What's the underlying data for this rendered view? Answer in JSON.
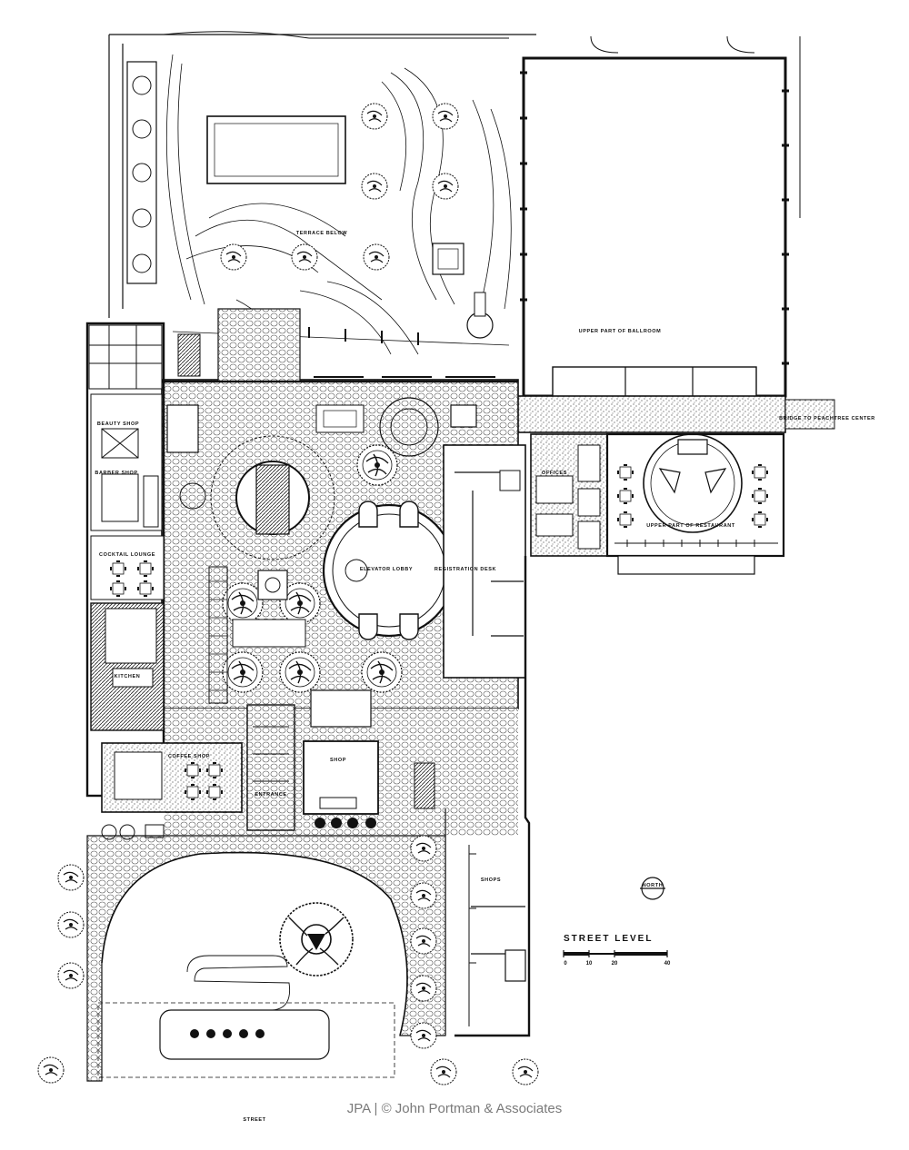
{
  "labels": {
    "terrace_below": "TERRACE BELOW",
    "upper_ballroom": "UPPER PART OF BALLROOM",
    "bridge": "BRIDGE TO PEACHTREE CENTER",
    "beauty_shop": "BEAUTY SHOP",
    "barber_shop": "BARBER SHOP",
    "cocktail_lounge": "COCKTAIL LOUNGE",
    "kitchen": "KITCHEN",
    "coffee_shop": "COFFEE SHOP",
    "elevator_lobby": "ELEVATOR LOBBY",
    "offices": "OFFICES",
    "upper_restaurant": "UPPER PART OF RESTAURANT",
    "registration_desk": "REGISTRATION DESK",
    "shop": "SHOP",
    "entrance": "ENTRANCE",
    "shops": "SHOPS",
    "street": "STREET",
    "north": "NORTH"
  },
  "title": "STREET LEVEL",
  "scale": {
    "ticks": [
      "0",
      "10",
      "20",
      "40"
    ]
  },
  "credit": "JPA | © John Portman & Associates"
}
